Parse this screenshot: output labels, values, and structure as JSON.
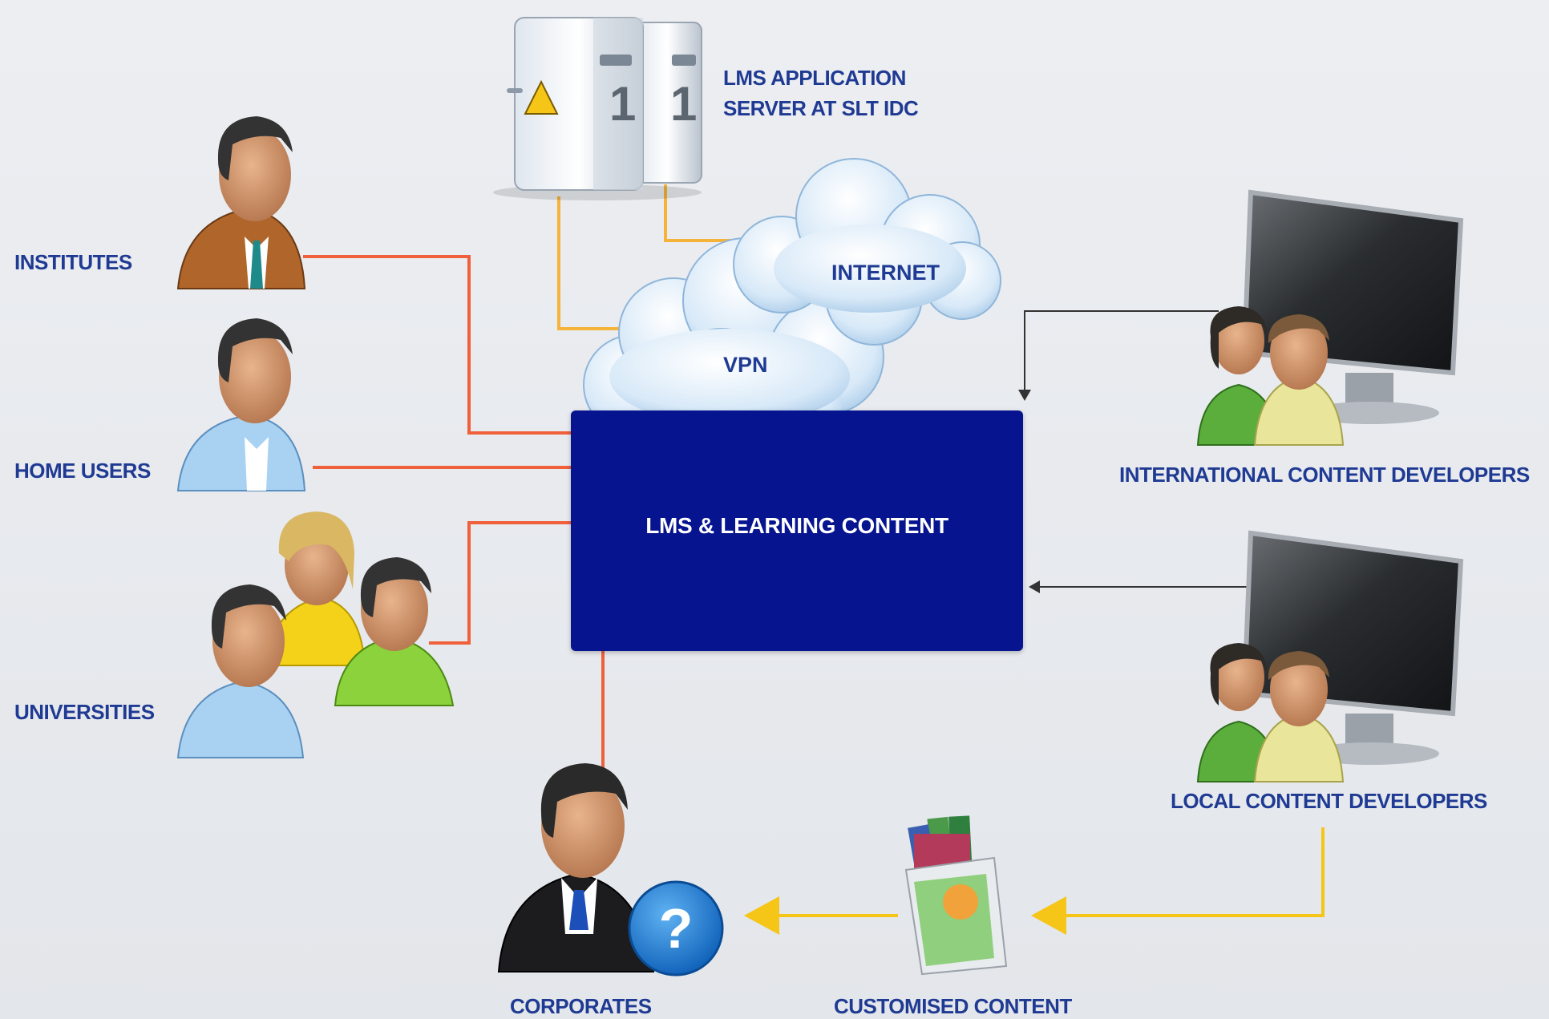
{
  "labels": {
    "server": [
      "LMS APPLICATION",
      "SERVER AT SLT IDC"
    ],
    "internet": "INTERNET",
    "vpn": "VPN",
    "lms_box": "LMS & LEARNING CONTENT",
    "institutes": "INSTITUTES",
    "home_users": "HOME USERS",
    "universities": "UNIVERSITIES",
    "international_devs": "INTERNATIONAL CONTENT DEVELOPERS",
    "local_devs": "LOCAL CONTENT DEVELOPERS",
    "corporates": "CORPORATES",
    "customised_content": "CUSTOMISED CONTENT"
  },
  "icons": {
    "server": "server-rack-icon",
    "cloud": "cloud-icon",
    "user": "person-icon",
    "group": "user-group-icon",
    "monitor": "monitor-icon",
    "books": "books-package-icon",
    "help": "question-mark-icon"
  },
  "colors": {
    "label": "#1f3a93",
    "box": "#06148f",
    "red_line": "#f0603a",
    "orange_line": "#f5b33a",
    "yellow_line": "#f5c518",
    "arrow_dark": "#333333"
  }
}
